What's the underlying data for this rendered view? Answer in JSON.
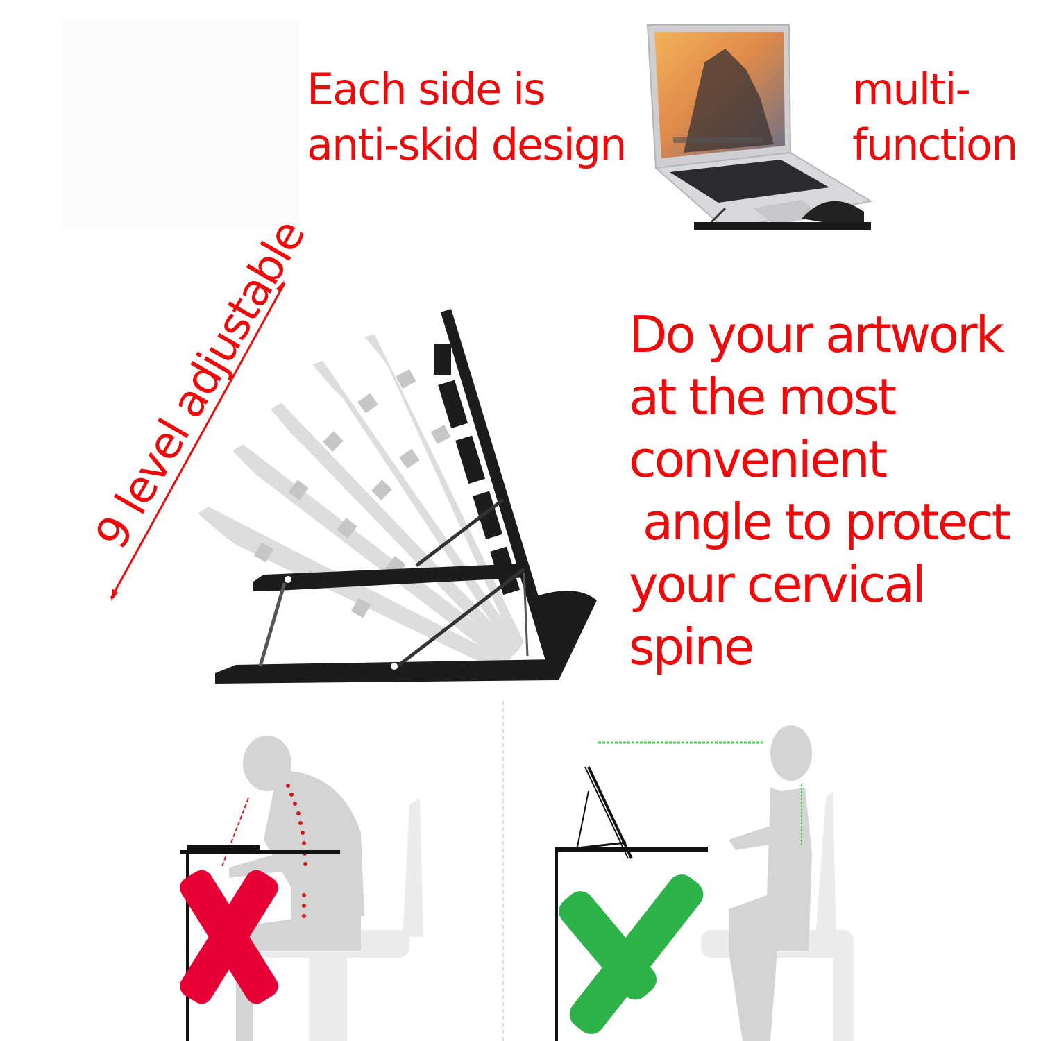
{
  "top": {
    "left_caption_line1": "Each side is",
    "left_caption_line2": "anti-skid design",
    "right_caption_line1": "multi-",
    "right_caption_line2": "function",
    "product_image": "laptop-on-stand-icon"
  },
  "middle": {
    "diagonal_label": "9 level adjustable",
    "stand_image": "adjustable-stand-angles-icon",
    "description_lines": [
      "Do your artwork",
      "at the most",
      "convenient",
      " angle to protect",
      "your cervical",
      "spine"
    ]
  },
  "bottom": {
    "wrong_posture": {
      "mark": "x-mark-icon",
      "color": "#e60036"
    },
    "correct_posture": {
      "mark": "check-mark-icon",
      "color": "#2db34a"
    }
  },
  "colors": {
    "text_red": "#ee0a0a",
    "silhouette_gray": "#d4d4d4",
    "stand_black": "#1c1c1c",
    "green_dash": "#45d14a"
  }
}
